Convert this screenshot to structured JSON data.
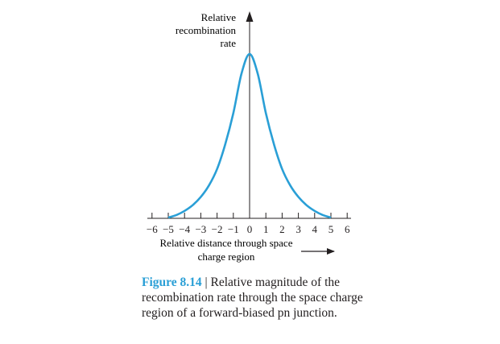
{
  "chart_data": {
    "type": "line",
    "title": "",
    "ylabel_lines": [
      "Relative",
      "recombination",
      "rate"
    ],
    "xlabel_lines": [
      "Relative distance through space",
      "charge region"
    ],
    "x_ticks": [
      -6,
      -5,
      -4,
      -3,
      -2,
      -1,
      0,
      1,
      2,
      3,
      4,
      5,
      6
    ],
    "x_tick_labels": [
      "−6",
      "−5",
      "−4",
      "−3",
      "−2",
      "−1",
      "0",
      "1",
      "2",
      "3",
      "4",
      "5",
      "6"
    ],
    "xlim": [
      -6,
      6
    ],
    "ylim": [
      0,
      1
    ],
    "grid": false,
    "series": [
      {
        "color": "#2a9fd6",
        "x": [
          -5,
          -4.5,
          -4,
          -3.5,
          -3,
          -2.5,
          -2,
          -1.5,
          -1,
          -0.5,
          0,
          0.5,
          1,
          1.5,
          2,
          2.5,
          3,
          3.5,
          4,
          4.5,
          5
        ],
        "y": [
          0.005,
          0.02,
          0.045,
          0.08,
          0.13,
          0.2,
          0.3,
          0.45,
          0.64,
          0.88,
          1.0,
          0.88,
          0.64,
          0.45,
          0.3,
          0.2,
          0.13,
          0.08,
          0.045,
          0.02,
          0.005
        ]
      }
    ]
  },
  "caption": {
    "figure_label": "Figure 8.14",
    "separator": "|",
    "text": "Relative magnitude of the recombination rate through the space charge region of a forward-biased pn junction."
  }
}
